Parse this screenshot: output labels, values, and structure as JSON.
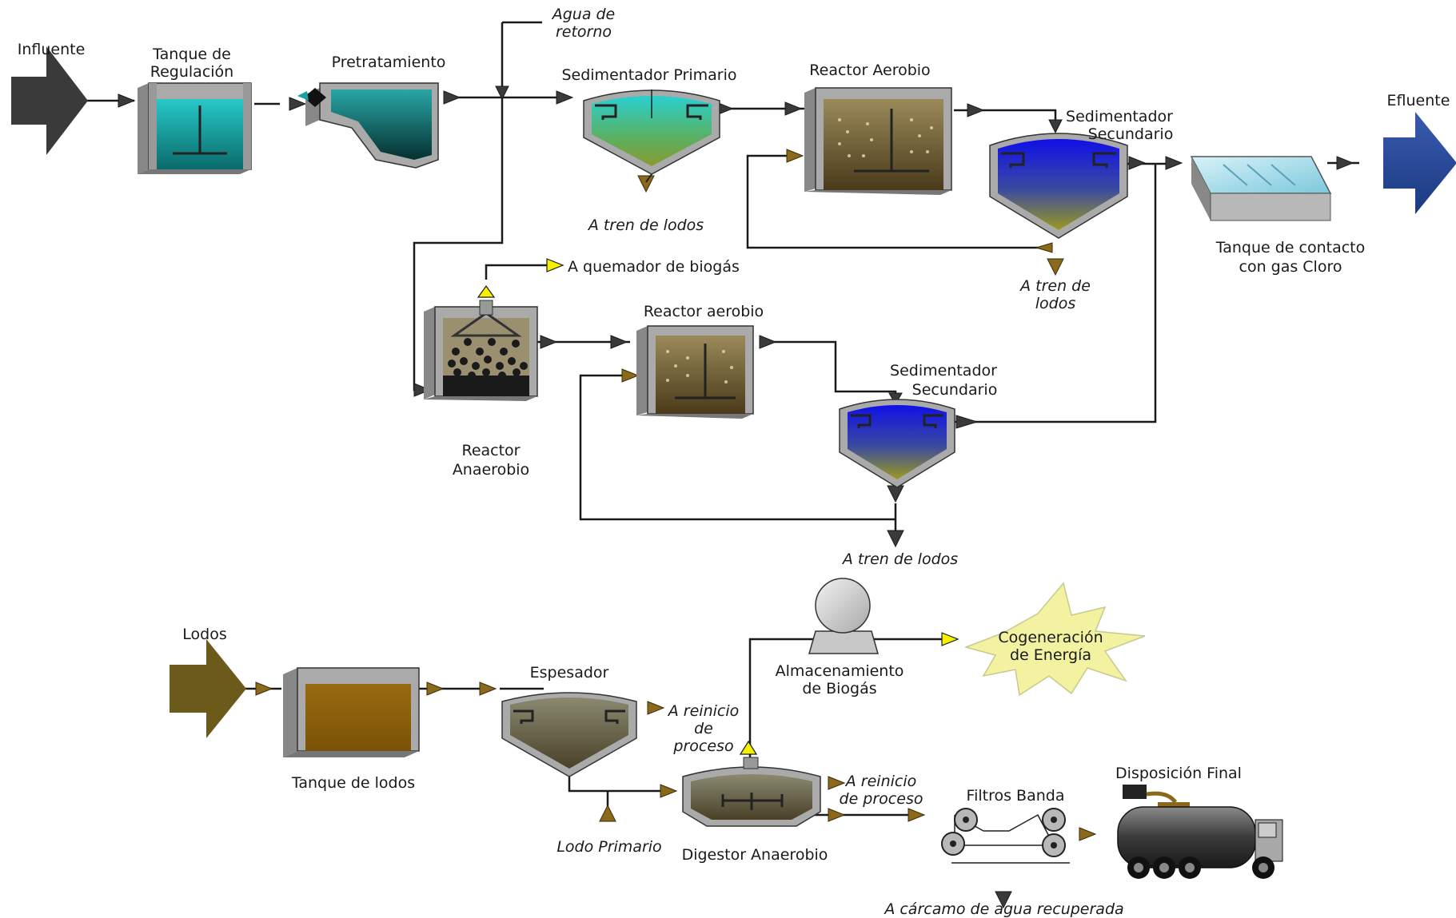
{
  "labels": {
    "influente": "Influente",
    "tanque_regulacion_1": "Tanque de",
    "tanque_regulacion_2": "Regulación",
    "pretratamiento": "Pretratamiento",
    "agua_retorno_1": "Agua de",
    "agua_retorno_2": "retorno",
    "sedimentador_primario": "Sedimentador Primario",
    "reactor_aerobio_top": "Reactor Aerobio",
    "sed_sec_top_1": "Sedimentador",
    "sed_sec_top_2": "Secundario",
    "efluente": "Efluente",
    "tren_lodos_primario": "A tren de lodos",
    "tren_lodos_sec_1": "A tren de",
    "tren_lodos_sec_2": "lodos",
    "tanque_contacto_1": "Tanque de contacto",
    "tanque_contacto_2": "con gas Cloro",
    "quemador_biogas": "A quemador de biogás",
    "reactor_aerobio_mid": "Reactor aerobio",
    "sed_sec_mid_1": "Sedimentador",
    "sed_sec_mid_2": "Secundario",
    "reactor_anaerobio_1": "Reactor",
    "reactor_anaerobio_2": "Anaerobio",
    "tren_lodos_mid": "A tren de lodos",
    "lodos": "Lodos",
    "tanque_lodos": "Tanque de lodos",
    "espesador": "Espesador",
    "reinicio_1_a": "A reinicio",
    "reinicio_1_b": "de",
    "reinicio_1_c": "proceso",
    "almacenamiento_1": "Almacenamiento",
    "almacenamiento_2": "de Biogás",
    "cogeneracion_1": "Cogeneración",
    "cogeneracion_2": "de Energía",
    "reinicio_2_a": "A reinicio",
    "reinicio_2_b": "de proceso",
    "disposicion_final": "Disposición Final",
    "filtros_banda": "Filtros Banda",
    "lodo_primario": "Lodo Primario",
    "digestor_anaerobio": "Digestor Anaerobio",
    "carcamo": "A cárcamo de agua recuperada"
  },
  "colors": {
    "water_cyan": "#1aa0a0",
    "blue_clarifier": "#1a2ad8",
    "sludge_brown": "#6b5a2a",
    "influent_dark": "#3a3a3a",
    "effluent_blue": "#2a4a9a",
    "biogas_yellow": "#f5f000",
    "burst_yellow": "#f2f2a0"
  }
}
